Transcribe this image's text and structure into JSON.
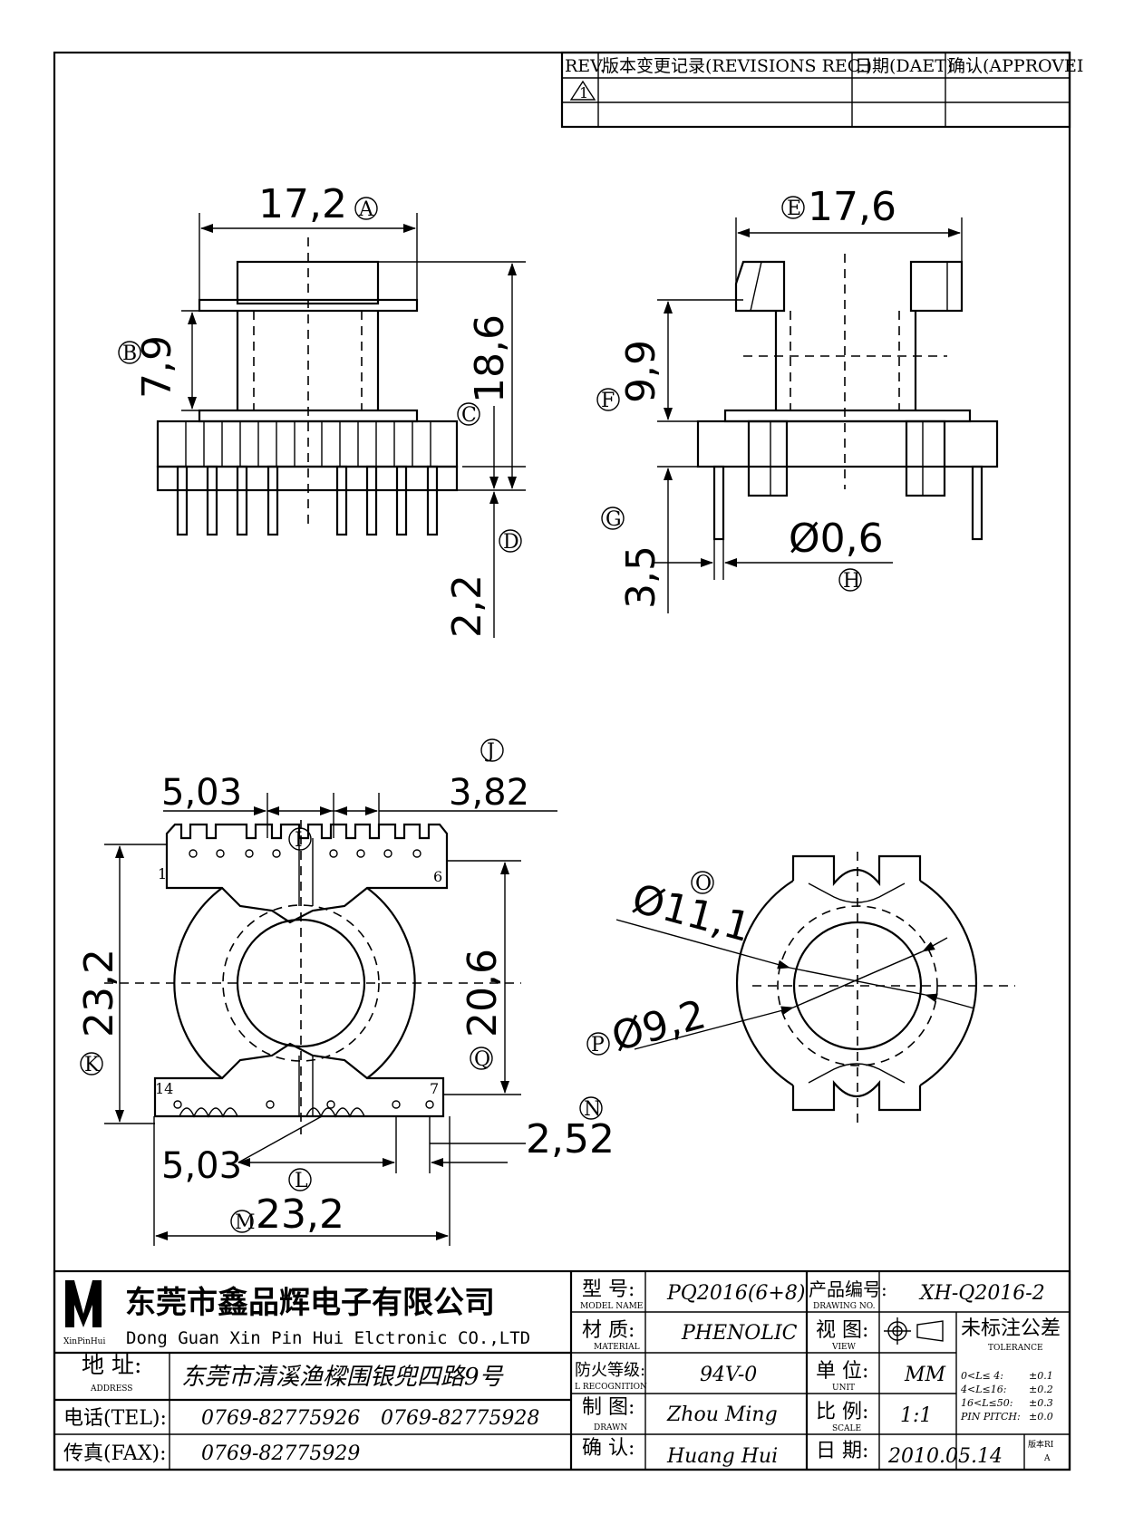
{
  "revision_table": {
    "rev_header": "REV.",
    "record_header": "版本变更记录(REVISIONS REC.)",
    "date_header": "日期(DAET)",
    "approve_header": "确认(APPROVEI",
    "rev_mark": "1"
  },
  "front_view": {
    "width": "17,2",
    "width_tag": "A",
    "flange_height": "7,9",
    "flange_tag": "B",
    "total_height": "18,6",
    "total_tag": "C",
    "pin_length": "2,2",
    "pin_tag": "D"
  },
  "side_view": {
    "width": "17,6",
    "width_tag": "E",
    "height": "9,9",
    "height_tag": "F",
    "pin_length": "3,5",
    "pin_length_tag": "G",
    "pin_dia": "Ø0,6",
    "pin_dia_tag": "H"
  },
  "bottom_view": {
    "pitch_top_left": "5,03",
    "pitch_top_right": "3,82",
    "pitch_top_tag": "I",
    "pitch_right_tag": "J",
    "height": "23,2",
    "height_tag": "K",
    "inner_height": "20,6",
    "inner_height_tag": "Q",
    "pitch_bottom": "5,03",
    "pitch_bottom_tag": "L",
    "width": "23,2",
    "width_tag": "M",
    "gap": "2,52",
    "gap_tag": "N",
    "pins": {
      "p1": "1",
      "p6": "6",
      "p14": "14",
      "p7": "7"
    }
  },
  "top_view": {
    "outer_dia": "Ø11,1",
    "outer_tag": "O",
    "inner_dia": "Ø9,2",
    "inner_tag": "P"
  },
  "title_block": {
    "logo_text": "XinPinHui",
    "company_cn": "东莞市鑫品辉电子有限公司",
    "company_en": "Dong Guan Xin Pin Hui Elctronic CO.,LTD",
    "address_label": "地 址:",
    "address_label_en": "ADDRESS",
    "address_value": "东莞市清溪渔樑围银兜四路9号",
    "tel_label": "电话(TEL):",
    "tel_1": "0769-82775926",
    "tel_2": "0769-82775928",
    "fax_label": "传真(FAX):",
    "fax_value": "0769-82775929",
    "model_label": "型 号:",
    "model_label_en": "MODEL NAME",
    "model_value": "PQ2016(6+8)",
    "material_label": "材 质:",
    "material_label_en": "MATERIAL",
    "material_value": "PHENOLIC",
    "fire_label": "防火等级:",
    "fire_label_en": "L RECOGNITION",
    "fire_value": "94V-0",
    "drawn_label": "制 图:",
    "drawn_label_en": "DRAWN",
    "drawn_value": "Zhou Ming",
    "confirm_label": "确 认:",
    "confirm_value": "Huang Hui",
    "drawing_no_label": "产品编号:",
    "drawing_no_label_en": "DRAWING NO.",
    "drawing_no_value": "XH-Q2016-2",
    "view_label": "视 图:",
    "view_label_en": "VIEW",
    "unit_label": "单 位:",
    "unit_label_en": "UNIT",
    "unit_value": "MM",
    "scale_label": "比 例:",
    "scale_label_en": "SCALE",
    "scale_value": "1:1",
    "date_label": "日 期:",
    "date_value": "2010.05.14",
    "tolerance_title": "未标注公差",
    "tolerance_en": "TOLERANCE",
    "tol_rows": [
      {
        "range": "0<L≤ 4:",
        "value": "±0.1"
      },
      {
        "range": "4<L≤16:",
        "value": "±0.2"
      },
      {
        "range": "16<L≤50:",
        "value": "±0.3"
      },
      {
        "range": "PIN PITCH:",
        "value": "±0.0"
      }
    ],
    "version_label": "版本RI",
    "version_value": "A"
  }
}
